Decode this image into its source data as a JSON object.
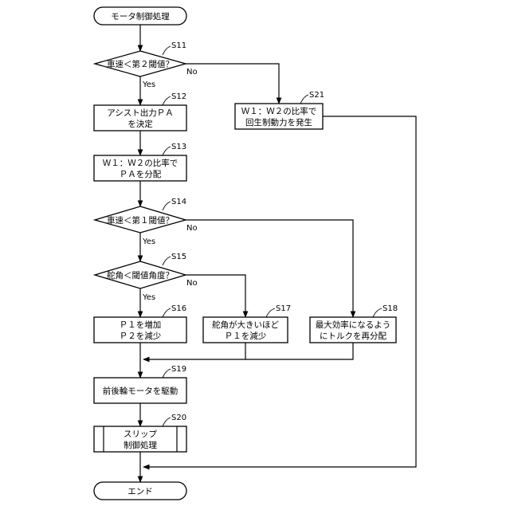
{
  "start": {
    "label": "モータ制御処理"
  },
  "end": {
    "label": "エンド"
  },
  "steps": {
    "s11": {
      "id": "S11",
      "text": "車速＜第２閾値？"
    },
    "s12": {
      "id": "S12",
      "line1": "アシスト出力ＰＡ",
      "line2": "を決定"
    },
    "s13": {
      "id": "S13",
      "line1": "Ｗ１：Ｗ２の比率で",
      "line2": "ＰＡを分配"
    },
    "s14": {
      "id": "S14",
      "text": "車速＜第１閾値？"
    },
    "s15": {
      "id": "S15",
      "text": "舵角＜閾値角度？"
    },
    "s16": {
      "id": "S16",
      "line1": "Ｐ１を増加",
      "line2": "Ｐ２を減少"
    },
    "s17": {
      "id": "S17",
      "line1": "舵角が大きいほど",
      "line2": "Ｐ１を減少"
    },
    "s18": {
      "id": "S18",
      "line1": "最大効率になるよう",
      "line2": "にトルクを再分配"
    },
    "s19": {
      "id": "S19",
      "text": "前後輪モータを駆動"
    },
    "s20": {
      "id": "S20",
      "line1": "スリップ",
      "line2": "制御処理"
    },
    "s21": {
      "id": "S21",
      "line1": "Ｗ１：Ｗ２の比率で",
      "line2": "回生制動力を発生"
    }
  },
  "branch_labels": {
    "yes": "Yes",
    "no": "No"
  }
}
